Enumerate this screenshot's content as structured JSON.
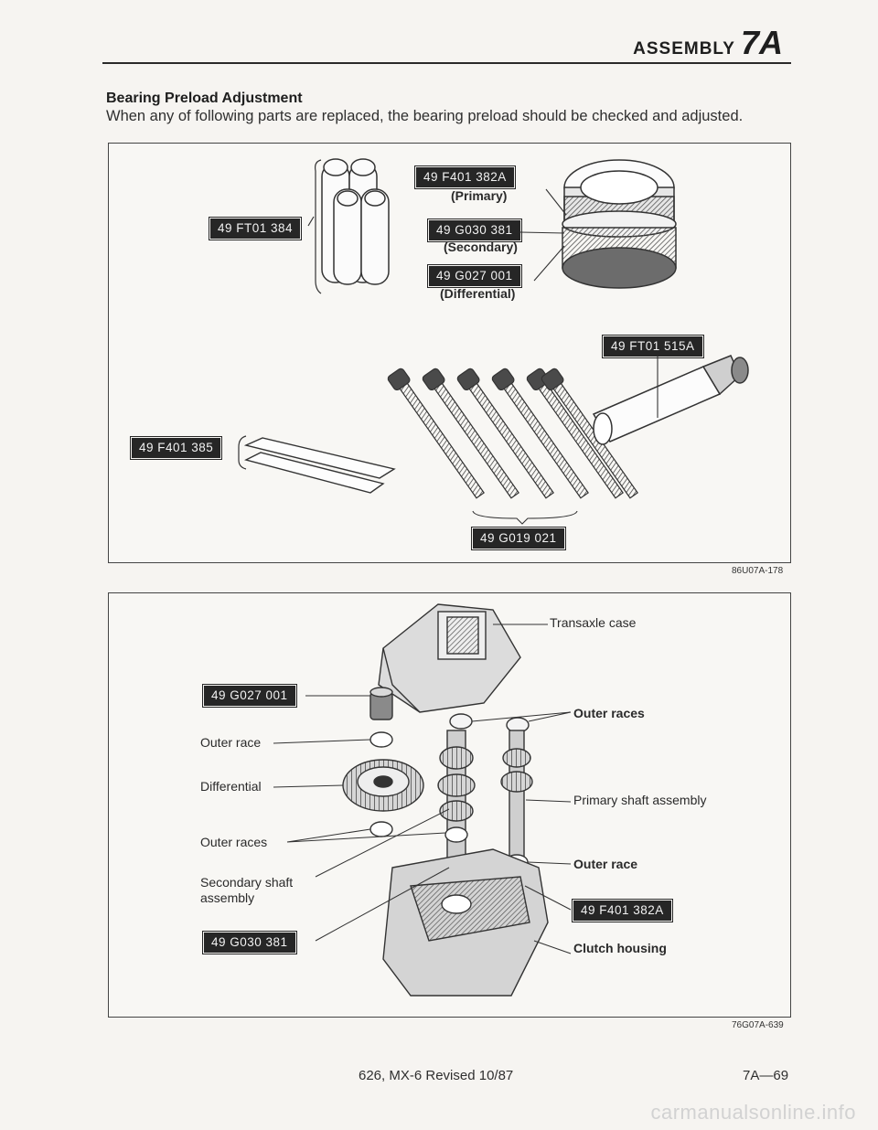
{
  "header": {
    "section": "ASSEMBLY",
    "section_number": "7A"
  },
  "section": {
    "title": "Bearing Preload Adjustment",
    "description": "When any of following parts are replaced, the bearing preload should be checked and adjusted."
  },
  "figure1": {
    "ref_code": "86U07A-178",
    "tools": [
      {
        "code": "49 FT01 384"
      },
      {
        "code": "49 F401 382A",
        "note": "(Primary)"
      },
      {
        "code": "49 G030 381",
        "note": "(Secondary)"
      },
      {
        "code": "49 G027 001",
        "note": "(Differential)"
      },
      {
        "code": "49 FT01 515A"
      },
      {
        "code": "49 F401 385"
      },
      {
        "code": "49 G019 021"
      }
    ]
  },
  "figure2": {
    "ref_code": "76G07A-639",
    "tags": [
      "49 G027 001",
      "49 G030 381",
      "49 F401 382A"
    ],
    "labels_left": [
      "Outer race",
      "Differential",
      "Outer races",
      "Secondary shaft",
      "assembly"
    ],
    "labels_right": [
      "Transaxle case",
      "Outer races",
      "Primary shaft assembly",
      "Outer race",
      "Clutch housing"
    ]
  },
  "footer": {
    "publication": "626, MX-6 Revised 10/87",
    "page": "7A—69"
  },
  "watermark": "carmanualsonline.info"
}
